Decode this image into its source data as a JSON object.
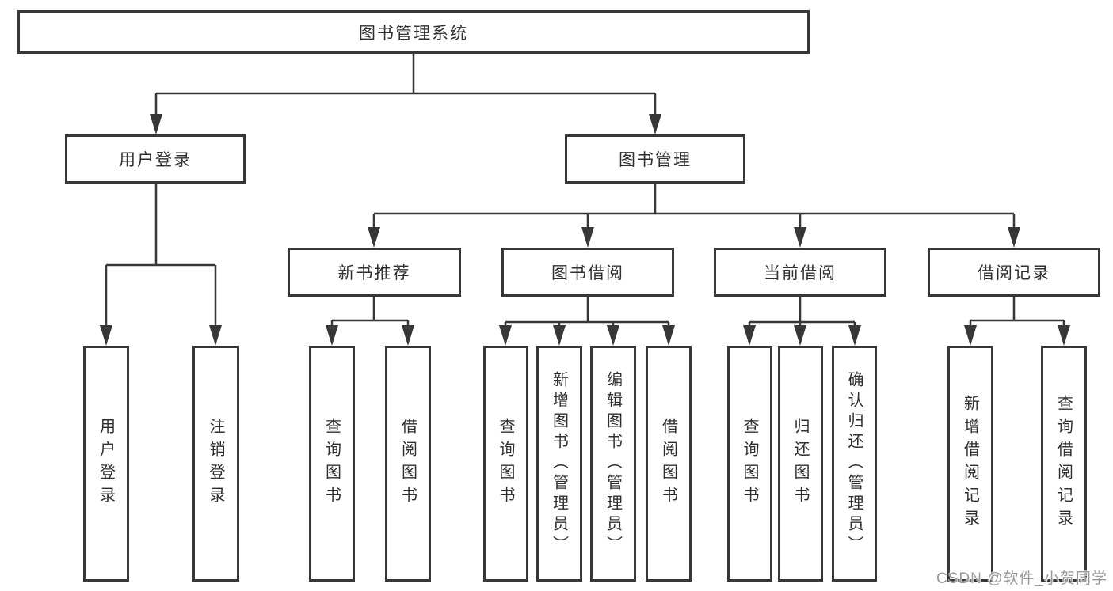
{
  "diagram": {
    "root": {
      "label": "图书管理系统",
      "children": [
        {
          "label": "用户登录",
          "children": [
            {
              "label": "用户登录"
            },
            {
              "label": "注销登录"
            }
          ]
        },
        {
          "label": "图书管理",
          "children": [
            {
              "label": "新书推荐",
              "children": [
                {
                  "label": "查询图书"
                },
                {
                  "label": "借阅图书"
                }
              ]
            },
            {
              "label": "图书借阅",
              "children": [
                {
                  "label": "查询图书"
                },
                {
                  "label": "新增图书（管理员）"
                },
                {
                  "label": "编辑图书（管理员）"
                },
                {
                  "label": "借阅图书"
                }
              ]
            },
            {
              "label": "当前借阅",
              "children": [
                {
                  "label": "查询图书"
                },
                {
                  "label": "归还图书"
                },
                {
                  "label": "确认归还（管理员）"
                }
              ]
            },
            {
              "label": "借阅记录",
              "children": [
                {
                  "label": "新增借阅记录"
                },
                {
                  "label": "查询借阅记录"
                }
              ]
            }
          ]
        }
      ]
    }
  },
  "watermark": "CSDN @软件_小贺同学",
  "colors": {
    "line": "#373737",
    "text": "#2f2f2f",
    "watermark": "#9a9a9a",
    "background": "#ffffff"
  }
}
